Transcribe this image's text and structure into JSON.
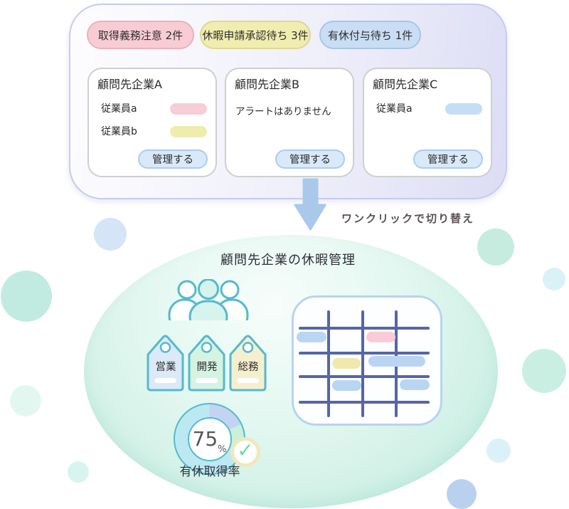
{
  "alert_panel": {
    "badges": [
      {
        "label": "取得義務注意 2件",
        "bg": "#f9ccd5",
        "border": "#eeafbd"
      },
      {
        "label": "休暇申請承認待ち 3件",
        "bg": "#f1edb0",
        "border": "#ddd88f"
      },
      {
        "label": "有休付与待ち 1件",
        "bg": "#c9def4",
        "border": "#a6c6e8"
      }
    ],
    "cards": [
      {
        "title": "顧問先企業A",
        "rows": [
          {
            "label": "従業員a",
            "pill_color": "#f6cdd8"
          },
          {
            "label": "従業員b",
            "pill_color": "#f0ecae"
          }
        ],
        "button_label": "管理する"
      },
      {
        "title": "顧問先企業B",
        "message": "アラートはありません",
        "button_label": "管理する"
      },
      {
        "title": "顧問先企業C",
        "rows": [
          {
            "label": "従業員a",
            "pill_color": "#c6ddf5"
          }
        ],
        "button_label": "管理する"
      }
    ]
  },
  "transition": {
    "caption": "ワンクリックで切り替え",
    "arrow_color": "#a9c9ea"
  },
  "detail_view": {
    "title": "顧問先企業の休暇管理",
    "departments": [
      {
        "label": "営業",
        "fill": "#dbe9f8"
      },
      {
        "label": "開発",
        "fill": "#d5f3e1"
      },
      {
        "label": "総務",
        "fill": "#f6efcf"
      }
    ],
    "attendance_rate": {
      "value": "75",
      "unit": "%",
      "label": "有休取得率",
      "segments": [
        {
          "color": "#c3d4f2",
          "from_deg": 0,
          "to_deg": 65
        },
        {
          "color": "#c9f0d9",
          "from_deg": 65,
          "to_deg": 112
        },
        {
          "color": "#bce9f1",
          "from_deg": 112,
          "to_deg": 360
        }
      ]
    },
    "schedule_bars": [
      {
        "color": "#b9d5f2"
      },
      {
        "color": "#f8ccd6"
      },
      {
        "color": "#f0e8ac"
      },
      {
        "color": "#b9d5f2"
      },
      {
        "color": "#b9d5f2"
      },
      {
        "color": "#b9d5f2"
      }
    ]
  }
}
